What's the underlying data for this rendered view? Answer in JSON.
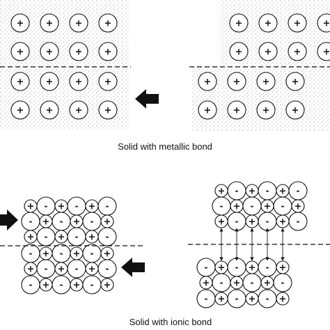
{
  "captions": {
    "metallic": "Solid with metallic bond",
    "ionic": "Solid with ionic bond"
  },
  "symbols": {
    "cation": "+",
    "anion": "-"
  },
  "panels": [
    {
      "name": "metallic-intact",
      "grid": [
        "++++",
        "++++",
        "++++",
        "++++"
      ]
    },
    {
      "name": "metallic-shifted",
      "grid": [
        "++++",
        "++++",
        "++++",
        "++++"
      ]
    },
    {
      "name": "ionic-intact",
      "grid": [
        "+-+-+-",
        "-+-+-+",
        "+-+-+-",
        "-+-+-+",
        "+-+-+-",
        "-+-+-+"
      ]
    },
    {
      "name": "ionic-shifted",
      "grid": [
        "+-+-+-",
        "-+-+-+",
        "+-+-+-",
        "-+-+-+",
        "+-+-+-",
        "-+-+-+"
      ]
    }
  ],
  "colors": {
    "stroke": "#111111",
    "stipple": "#c8c8c8",
    "background": "#ffffff"
  }
}
